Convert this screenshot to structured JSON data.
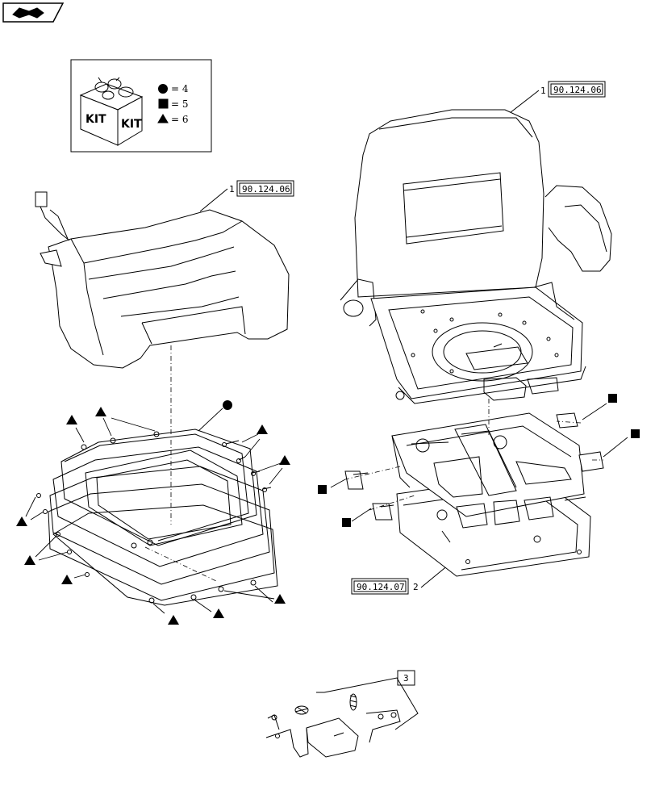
{
  "nav": {
    "icon": "next-page-arrow-icon"
  },
  "legend": {
    "kit_word_1": "KIT",
    "kit_word_2": "KIT",
    "circle_label": "= 4",
    "square_label": "= 5",
    "triangle_label": "= 6"
  },
  "callouts": {
    "backrest": {
      "item": "1",
      "ref": "90.124.06"
    },
    "cushion": {
      "item": "1",
      "ref": "90.124.06"
    },
    "suspension": {
      "ref": "90.124.07",
      "item": "2"
    },
    "kit_box": {
      "item": "3"
    }
  },
  "colors": {
    "line": "#000000",
    "fill": "#ffffff"
  }
}
